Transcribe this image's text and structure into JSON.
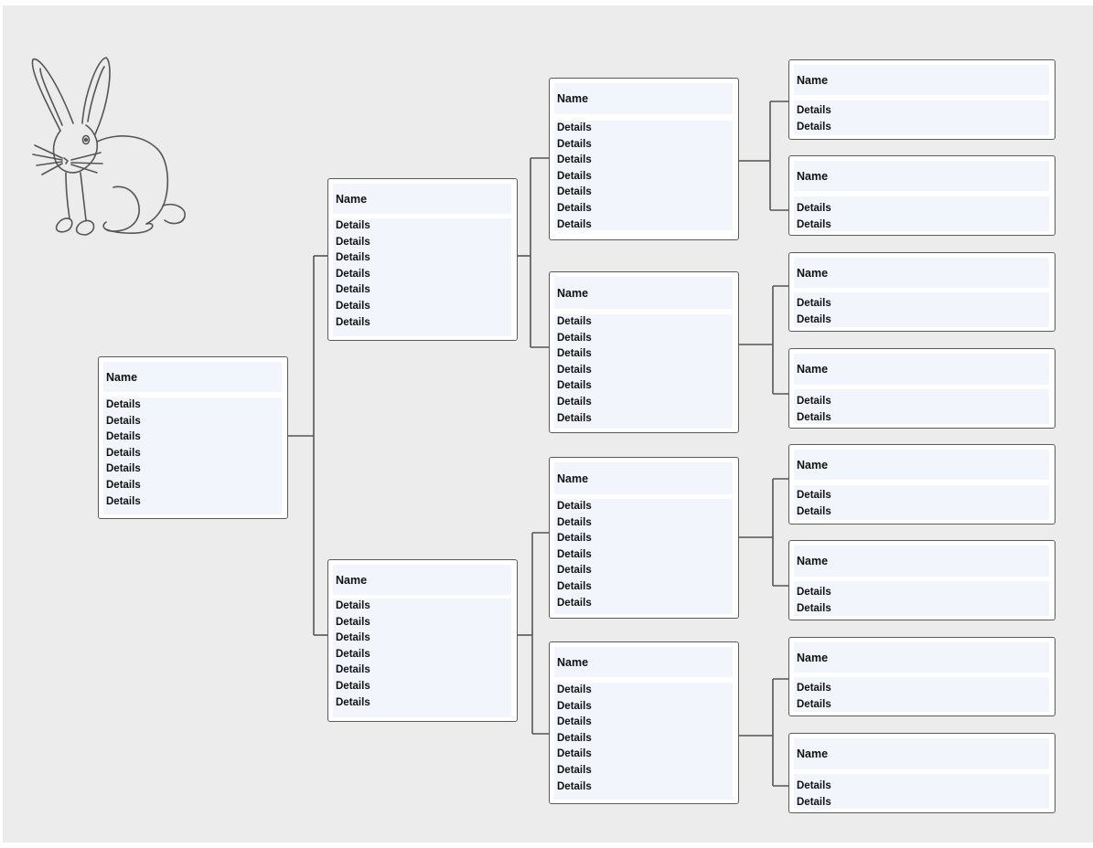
{
  "tree": {
    "gen1": [
      {
        "name": "Name",
        "details": [
          "Details",
          "Details",
          "Details",
          "Details",
          "Details",
          "Details",
          "Details"
        ]
      }
    ],
    "gen2": [
      {
        "name": "Name",
        "details": [
          "Details",
          "Details",
          "Details",
          "Details",
          "Details",
          "Details",
          "Details"
        ]
      },
      {
        "name": "Name",
        "details": [
          "Details",
          "Details",
          "Details",
          "Details",
          "Details",
          "Details",
          "Details"
        ]
      }
    ],
    "gen3": [
      {
        "name": "Name",
        "details": [
          "Details",
          "Details",
          "Details",
          "Details",
          "Details",
          "Details",
          "Details"
        ]
      },
      {
        "name": "Name",
        "details": [
          "Details",
          "Details",
          "Details",
          "Details",
          "Details",
          "Details",
          "Details"
        ]
      },
      {
        "name": "Name",
        "details": [
          "Details",
          "Details",
          "Details",
          "Details",
          "Details",
          "Details",
          "Details"
        ]
      },
      {
        "name": "Name",
        "details": [
          "Details",
          "Details",
          "Details",
          "Details",
          "Details",
          "Details",
          "Details"
        ]
      }
    ],
    "gen4": [
      {
        "name": "Name",
        "details": [
          "Details",
          "Details"
        ]
      },
      {
        "name": "Name",
        "details": [
          "Details",
          "Details"
        ]
      },
      {
        "name": "Name",
        "details": [
          "Details",
          "Details"
        ]
      },
      {
        "name": "Name",
        "details": [
          "Details",
          "Details"
        ]
      },
      {
        "name": "Name",
        "details": [
          "Details",
          "Details"
        ]
      },
      {
        "name": "Name",
        "details": [
          "Details",
          "Details"
        ]
      },
      {
        "name": "Name",
        "details": [
          "Details",
          "Details"
        ]
      },
      {
        "name": "Name",
        "details": [
          "Details",
          "Details"
        ]
      }
    ]
  },
  "decoration": {
    "icon": "rabbit-icon",
    "line_color": "#555555"
  }
}
